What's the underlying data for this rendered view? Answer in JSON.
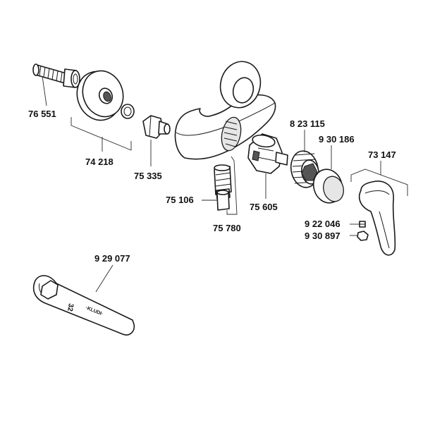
{
  "parts": [
    {
      "id": "p76551",
      "number": "76 551"
    },
    {
      "id": "p74218",
      "number": "74 218"
    },
    {
      "id": "p75335",
      "number": "75 335"
    },
    {
      "id": "p75106",
      "number": "75 106"
    },
    {
      "id": "p75780",
      "number": "75 780"
    },
    {
      "id": "p75605",
      "number": "75 605"
    },
    {
      "id": "p823115",
      "number": "8 23 115"
    },
    {
      "id": "p930186",
      "number": "9 30 186"
    },
    {
      "id": "p73147",
      "number": "73 147"
    },
    {
      "id": "p922046",
      "number": "9 22 046"
    },
    {
      "id": "p930897",
      "number": "9 30 897"
    },
    {
      "id": "p929077",
      "number": "9 29 077"
    }
  ],
  "tool": {
    "size_mark": "32",
    "brand": "·KLUDI·"
  }
}
